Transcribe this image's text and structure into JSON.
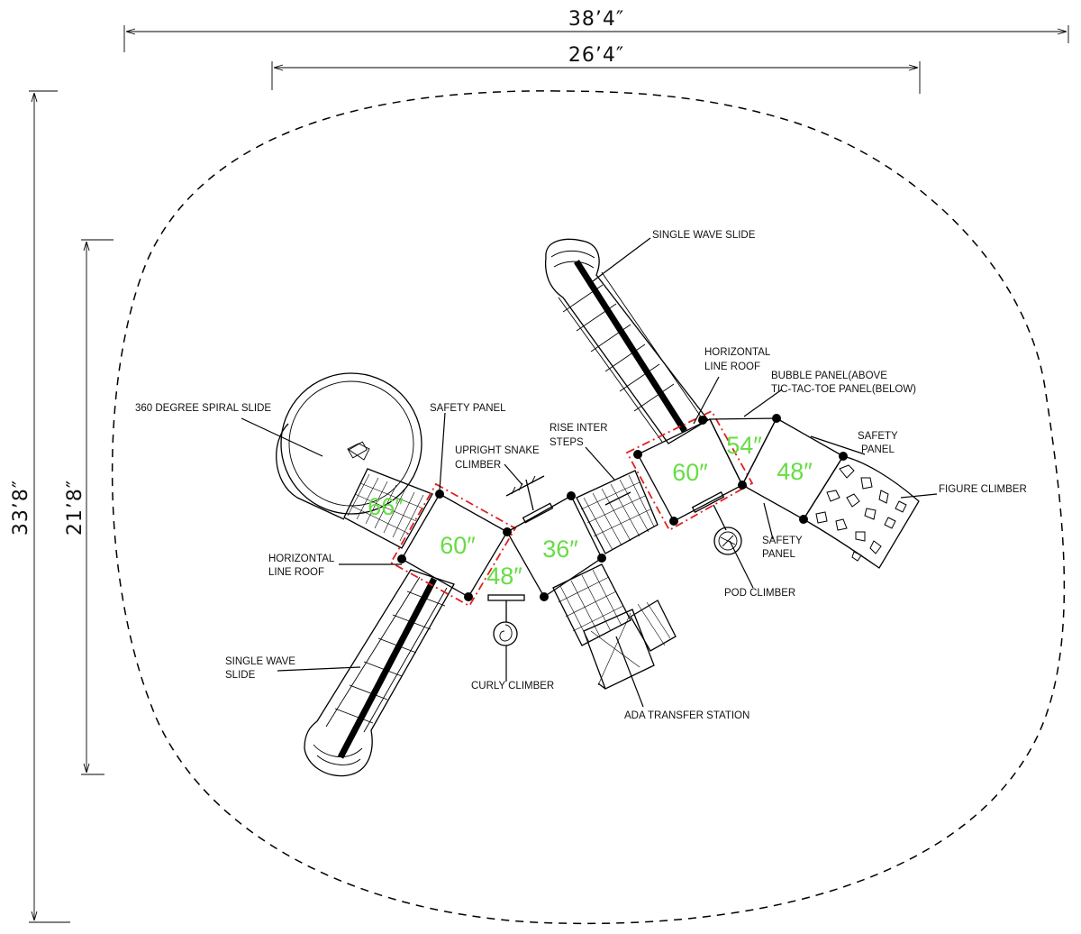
{
  "dimensions": {
    "overall_width": "38’4″",
    "structure_width": "26’4″",
    "overall_depth": "33’8″",
    "structure_depth": "21’8″"
  },
  "callouts": {
    "single_wave_slide_top": "SINGLE WAVE SLIDE",
    "horizontal_line_roof_right_1": "HORIZONTAL",
    "horizontal_line_roof_right_2": "LINE ROOF",
    "bubble_panel_1": "BUBBLE PANEL(ABOVE",
    "bubble_panel_2": "TIC-TAC-TOE PANEL(BELOW)",
    "spiral_slide": "360 DEGREE SPIRAL SLIDE",
    "safety_panel_left": "SAFETY PANEL",
    "rise_inter_steps_1": "RISE INTER",
    "rise_inter_steps_2": "STEPS",
    "upright_snake_1": "UPRIGHT SNAKE",
    "upright_snake_2": "CLIMBER",
    "safety_panel_right_1": "SAFETY",
    "safety_panel_right_2": "PANEL",
    "figure_climber": "FIGURE CLIMBER",
    "safety_panel_lower_1": "SAFETY",
    "safety_panel_lower_2": "PANEL",
    "horizontal_line_roof_left_1": "HORIZONTAL",
    "horizontal_line_roof_left_2": "LINE ROOF",
    "pod_climber": "POD CLIMBER",
    "single_wave_slide_bottom_1": "SINGLE WAVE",
    "single_wave_slide_bottom_2": "SLIDE",
    "curly_climber": "CURLY CLIMBER",
    "ada_transfer_station": "ADA TRANSFER STATION"
  },
  "deck_heights": {
    "spiral_deck": "66″",
    "left_deck": "60″",
    "left_lower_deck": "48″",
    "center_deck": "36″",
    "right_deck": "60″",
    "right_upper_deck": "54″",
    "far_right_deck": "48″"
  },
  "colors": {
    "line": "#000000",
    "deck_height_text": "#66dd44",
    "roof_outline": "#e02020"
  }
}
